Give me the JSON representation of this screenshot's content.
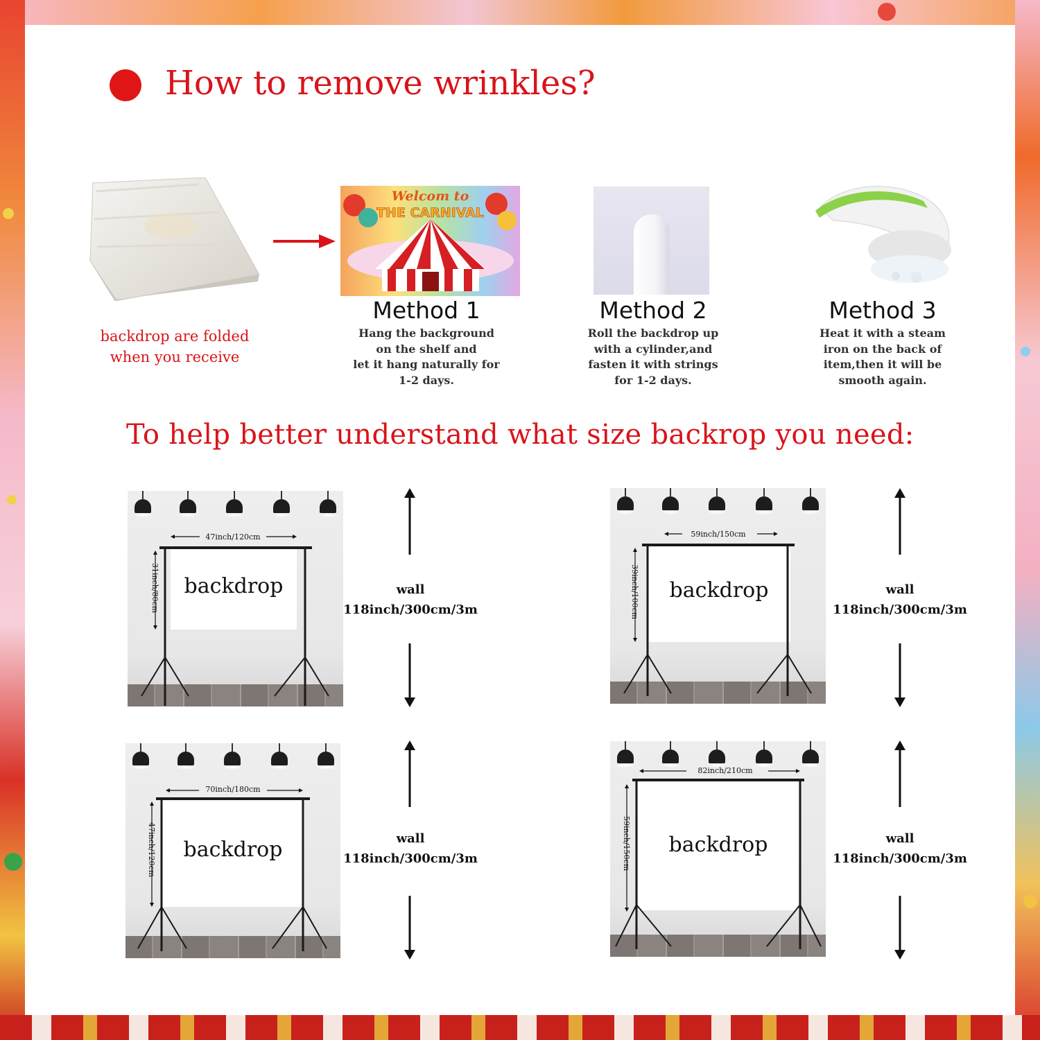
{
  "header": {
    "title": "How to remove wrinkles?"
  },
  "folded": {
    "caption_line1": "backdrop are folded",
    "caption_line2": "when you receive"
  },
  "methods": [
    {
      "title": "Method 1",
      "lines": [
        "Hang the background",
        "on the shelf and",
        "let it hang naturally for",
        "1-2 days."
      ]
    },
    {
      "title": "Method 2",
      "lines": [
        "Roll the backdrop up",
        "with a cylinder,and",
        "fasten it with strings",
        "for 1-2 days."
      ]
    },
    {
      "title": "Method 3",
      "lines": [
        "Heat it with a steam",
        "iron on the back of",
        "item,then it will be",
        "smooth again."
      ]
    }
  ],
  "carnival_thumb": {
    "line1": "Welcom to",
    "line2": "THE CARNIVAL"
  },
  "size_section": {
    "heading": "To help better understand what size backrop you need:"
  },
  "scenes": [
    {
      "width_label": "47inch/120cm",
      "height_label": "31inch/80cm",
      "cloth_label": "backdrop",
      "wall_label": "wall",
      "wall_size": "118inch/300cm/3m"
    },
    {
      "width_label": "59inch/150cm",
      "height_label": "39inch/100cm",
      "cloth_label": "backdrop",
      "wall_label": "wall",
      "wall_size": "118inch/300cm/3m"
    },
    {
      "width_label": "70inch/180cm",
      "height_label": "47inch/120cm",
      "cloth_label": "backdrop",
      "wall_label": "wall",
      "wall_size": "118inch/300cm/3m"
    },
    {
      "width_label": "82inch/210cm",
      "height_label": "59inch/150cm",
      "cloth_label": "backdrop",
      "wall_label": "wall",
      "wall_size": "118inch/300cm/3m"
    }
  ],
  "colors": {
    "accent_red": "#d8141a",
    "bullet_red": "#e01616"
  }
}
